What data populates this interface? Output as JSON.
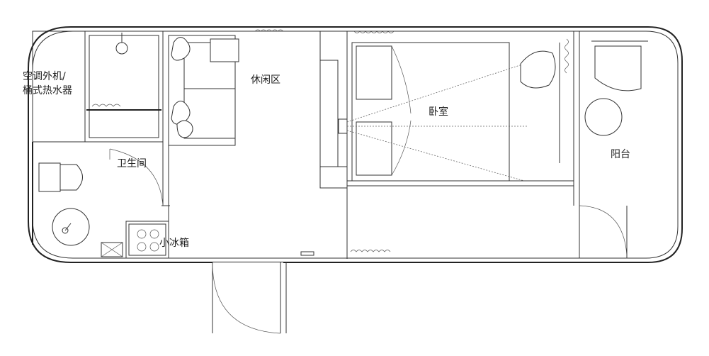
{
  "rooms": {
    "ac_water_heater": {
      "line1": "空调外机/",
      "line2": "桶式热水器"
    },
    "lounge": "休闲区",
    "bedroom": "卧室",
    "bathroom": "卫生间",
    "mini_fridge": "小冰箱",
    "balcony": "阳台"
  }
}
